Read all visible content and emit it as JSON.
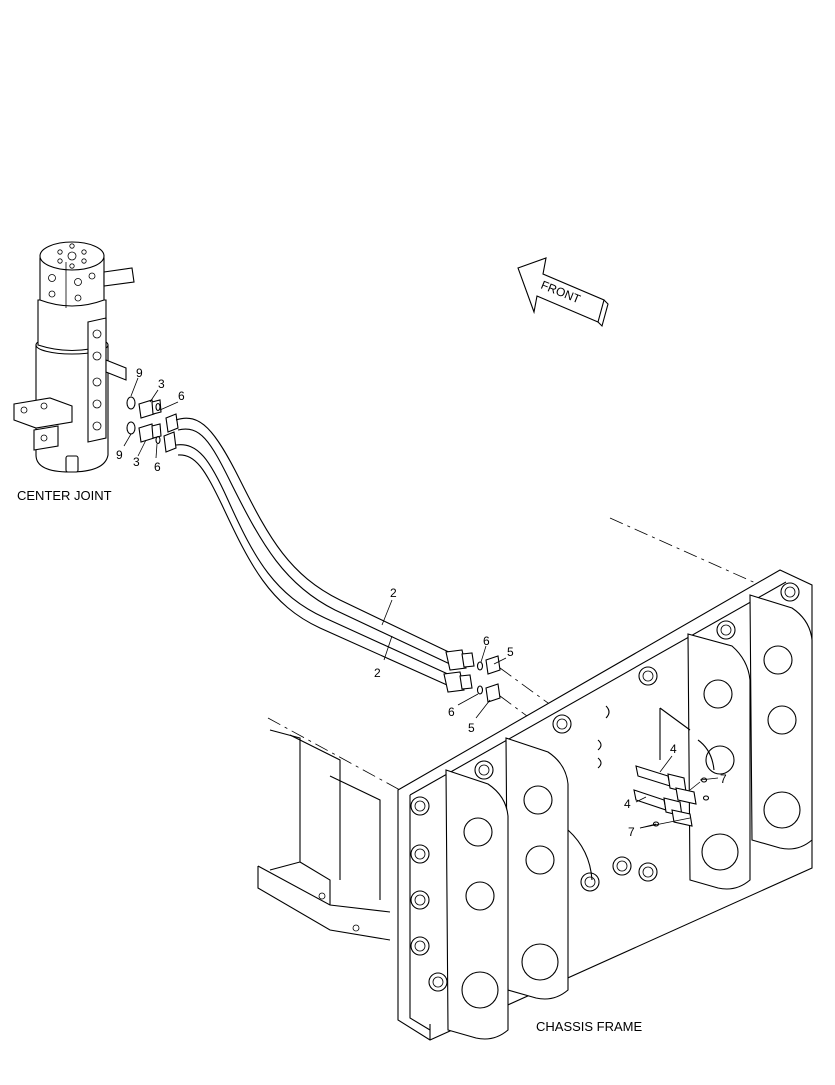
{
  "labels": {
    "center_joint": "CENTER JOINT",
    "chassis_frame": "CHASSIS FRAME",
    "front": "FRONT"
  },
  "callouts": {
    "c9a": "9",
    "c3a": "3",
    "c6a": "6",
    "c9b": "9",
    "c3b": "3",
    "c6b": "6",
    "c2a": "2",
    "c2b": "2",
    "c6c": "6",
    "c5a": "5",
    "c6d": "6",
    "c5b": "5",
    "c4a": "4",
    "c4b": "4",
    "c7a": "7",
    "c7b": "7"
  },
  "icons": {
    "direction_arrow": "front-arrow-icon"
  }
}
